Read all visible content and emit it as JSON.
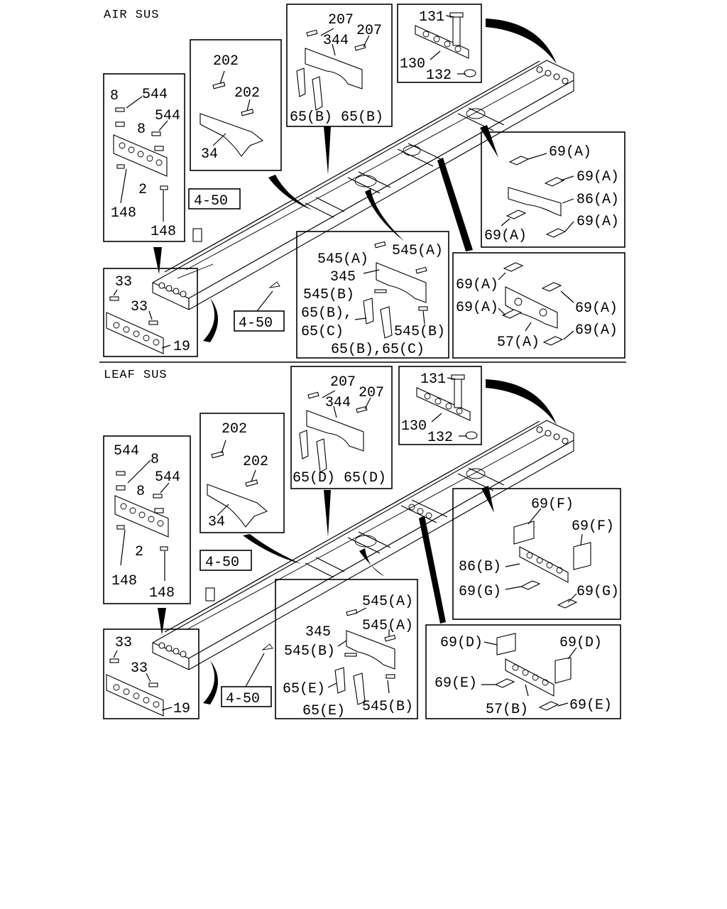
{
  "sections": {
    "air": {
      "title": "AIR SUS",
      "labels": {
        "p131": "131",
        "p130": "130",
        "p132": "132",
        "p207a": "207",
        "p207b": "207",
        "p344": "344",
        "p65b1": "65(B)",
        "p65b2": "65(B)",
        "p202a": "202",
        "p202b": "202",
        "p34": "34",
        "p8a": "8",
        "p544a": "544",
        "p544b": "544",
        "p8b": "8",
        "p2": "2",
        "p148a": "148",
        "p148b": "148",
        "p69a1": "69(A)",
        "p69a2": "69(A)",
        "p86a": "86(A)",
        "p69a3": "69(A)",
        "p69a4": "69(A)",
        "p69a5": "69(A)",
        "p69a6": "69(A)",
        "p69a7": "69(A)",
        "p69a8": "69(A)",
        "p57a": "57(A)",
        "p545a1": "545(A)",
        "p545a2": "545(A)",
        "p345": "345",
        "p545b1": "545(B)",
        "p65bc1": "65(B),",
        "p65c": "65(C)",
        "p545b2": "545(B)",
        "p65bc2": "65(B),65(C)",
        "p33a": "33",
        "p33b": "33",
        "p19": "19",
        "ref1": "4-50",
        "ref2": "4-50"
      }
    },
    "leaf": {
      "title": "LEAF SUS",
      "labels": {
        "p131": "131",
        "p130": "130",
        "p132": "132",
        "p207a": "207",
        "p207b": "207",
        "p344": "344",
        "p65d1": "65(D)",
        "p65d2": "65(D)",
        "p202a": "202",
        "p202b": "202",
        "p34": "34",
        "p544a": "544",
        "p8a": "8",
        "p544b": "544",
        "p8b": "8",
        "p2": "2",
        "p148a": "148",
        "p148b": "148",
        "p69f1": "69(F)",
        "p69f2": "69(F)",
        "p86b": "86(B)",
        "p69g1": "69(G)",
        "p69g2": "69(G)",
        "p69d1": "69(D)",
        "p69d2": "69(D)",
        "p69e1": "69(E)",
        "p57b": "57(B)",
        "p69e2": "69(E)",
        "p545a1": "545(A)",
        "p345": "345",
        "p545a2": "545(A)",
        "p545b1": "545(B)",
        "p65e1": "65(E)",
        "p65e2": "65(E)",
        "p545b2": "545(B)",
        "p33a": "33",
        "p33b": "33",
        "p19": "19",
        "ref1": "4-50",
        "ref2": "4-50"
      }
    }
  }
}
